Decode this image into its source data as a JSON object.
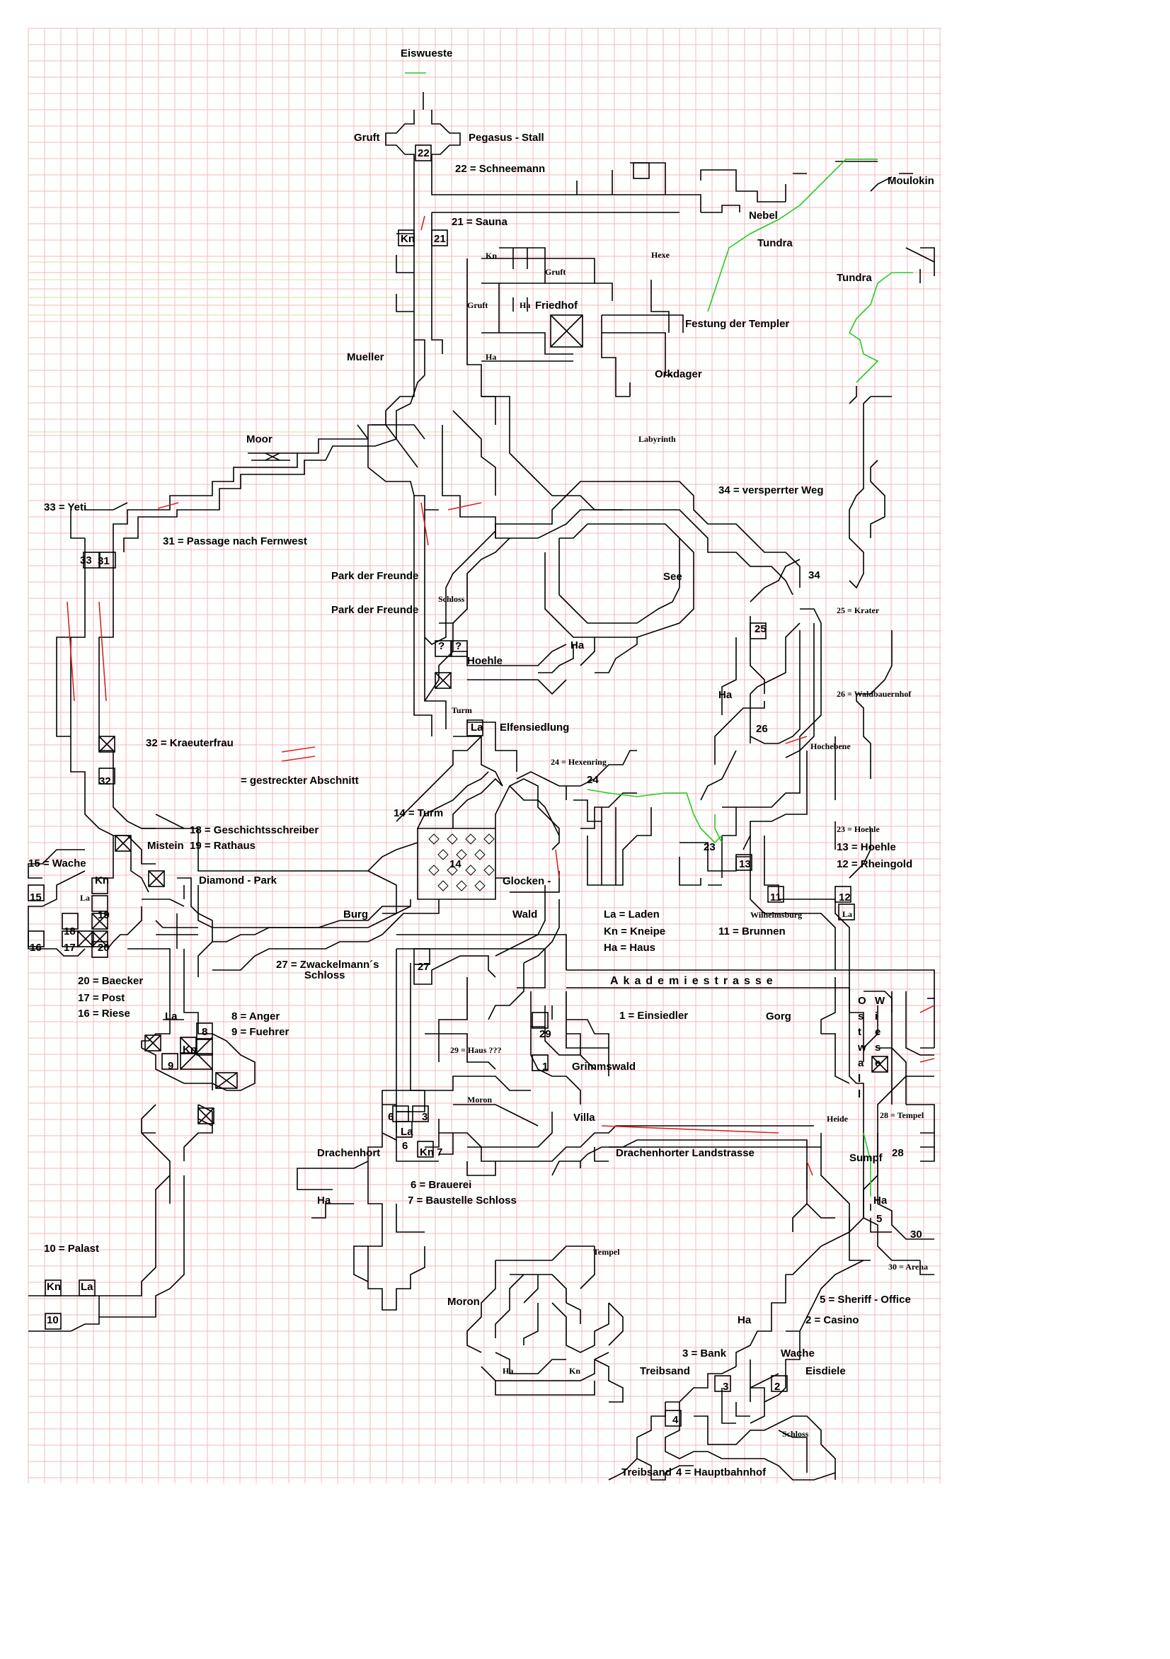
{
  "map": {
    "labels": {
      "eiswueste": "Eiswueste",
      "gruft_top": "Gruft",
      "pegasus": "Pegasus - Stall",
      "n22": "22",
      "schneemann": "22 = Schneemann",
      "moulokin": "Moulokin",
      "nebel": "Nebel",
      "tundra1": "Tundra",
      "tundra2": "Tundra",
      "sauna": "21 = Sauna",
      "kn_top": "Kn",
      "n21": "21",
      "kn_friedhof": "Kn",
      "gruft_a": "Gruft",
      "gruft_b": "Gruft",
      "hexe": "Hexe",
      "ha_friedhof": "Ha",
      "friedhof": "Friedhof",
      "festung": "Festung der Templer",
      "ha_small": "Ha",
      "mueller": "Mueller",
      "orkdager": "Orkdager",
      "moor": "Moor",
      "labyrinth": "Labyrinth",
      "yeti": "33 = Yeti",
      "versperrt": "34 = versperrter Weg",
      "passage": "31 = Passage nach Fernwest",
      "n33": "33",
      "n31": "31",
      "park1": "Park der Freunde",
      "schloss_small": "Schloss",
      "see": "See",
      "n34": "34",
      "park2": "Park der Freunde",
      "krater": "25 = Krater",
      "n25": "25",
      "q1": "?",
      "q2": "?",
      "ha_mid": "Ha",
      "hoehle": "Hoehle",
      "ha_right": "Ha",
      "waldbauernhof": "26 = Waldbauernhof",
      "turm_small": "Turm",
      "la_elfen": "La",
      "elfensiedlung": "Elfensiedlung",
      "n26": "26",
      "hochebene": "Hochebene",
      "kraeuterfrau": "32 = Kraeuterfrau",
      "hexenring": "24 = Hexenring",
      "gestreckt": "= gestreckter Abschnitt",
      "n24": "24",
      "n32": "32",
      "turm": "14 = Turm",
      "hoehle23": "23 = Hoehle",
      "geschichte": "18 = Geschichtsschreiber",
      "mistein": "Mistein",
      "rathaus": "19 = Rathaus",
      "n23": "23",
      "hoehle13": "13 = Hoehle",
      "wache15": "15 = Wache",
      "n13": "13",
      "rheingold": "12 = Rheingold",
      "n14": "14",
      "kn_diamond": "Kn",
      "diamond": "Diamond - Park",
      "glocken": "Glocken -",
      "n15": "15",
      "la_left": "La",
      "n11": "11",
      "n12": "12",
      "n19": "19",
      "burg": "Burg",
      "wald": "Wald",
      "la_laden": "La = Laden",
      "wilhelmsburg": "Wilhelmsburg",
      "la_wilh": "La",
      "n18": "18",
      "kn_kneipe": "Kn = Kneipe",
      "brunnen": "11 = Brunnen",
      "n16": "16",
      "n17": "17",
      "n20": "20",
      "ha_haus": "Ha = Haus",
      "zwackelmann1": "27 = Zwackelmann´s",
      "zwackelmann2": "Schloss",
      "n27": "27",
      "akademie": "Akademiestrasse",
      "baecker": "20 = Baecker",
      "post": "17 = Post",
      "riese": "16 = Riese",
      "la_16": "La",
      "anger": "8 = Anger",
      "n8": "8",
      "fuehrer": "9 = Fuehrer",
      "einsiedler": "1 = Einsiedler",
      "gorg": "Gorg",
      "n29": "29",
      "haus29": "29 = Haus ???",
      "kn_9": "Kn",
      "n9": "9",
      "n1": "1",
      "grimmswald": "Grimmswald",
      "moron_small": "Moron",
      "tempel28": "28 = Tempel",
      "n6": "6",
      "n3": "3",
      "la_6": "La",
      "n6b": "6",
      "villa": "Villa",
      "heide": "Heide",
      "drachenhort": "Drachenhort",
      "kn_7": "Kn",
      "n7": "7",
      "landstrasse": "Drachenhorter Landstrasse",
      "sumpf": "Sumpf",
      "n28": "28",
      "brauerei": "6 = Brauerei",
      "baustelle": "7 = Baustelle Schloss",
      "ha_left": "Ha",
      "ha_sumpf": "Ha",
      "n5": "5",
      "n30": "30",
      "palast": "10 = Palast",
      "tempel_small": "Tempel",
      "arena": "30 = Arena",
      "kn_palast": "Kn",
      "la_palast": "La",
      "moron": "Moron",
      "sheriff": "5 = Sheriff - Office",
      "n10": "10",
      "ha_casino": "Ha",
      "casino": "2 = Casino",
      "bank": "3 = Bank",
      "wache": "Wache",
      "treibsand1": "Treibsand",
      "eisdiele": "Eisdiele",
      "ha_bottom": "Ha",
      "kn_bottom": "Kn",
      "n3b": "3",
      "n2": "2",
      "n4": "4",
      "schloss_bottom": "Schloss",
      "treibsand2": "Treibsand",
      "hauptbahnhof": "4 = Hauptbahnhof",
      "ostwall": [
        "O",
        "s",
        "t",
        "w",
        "a",
        "l",
        "l"
      ],
      "wiese": [
        "W",
        "i",
        "e",
        "s",
        "e"
      ]
    },
    "colors": {
      "grid": "#f2b8b8",
      "path": "#000000",
      "route_green": "#22cc22",
      "mark_red": "#dd2222",
      "faint_green": "#c8e6a0"
    }
  }
}
